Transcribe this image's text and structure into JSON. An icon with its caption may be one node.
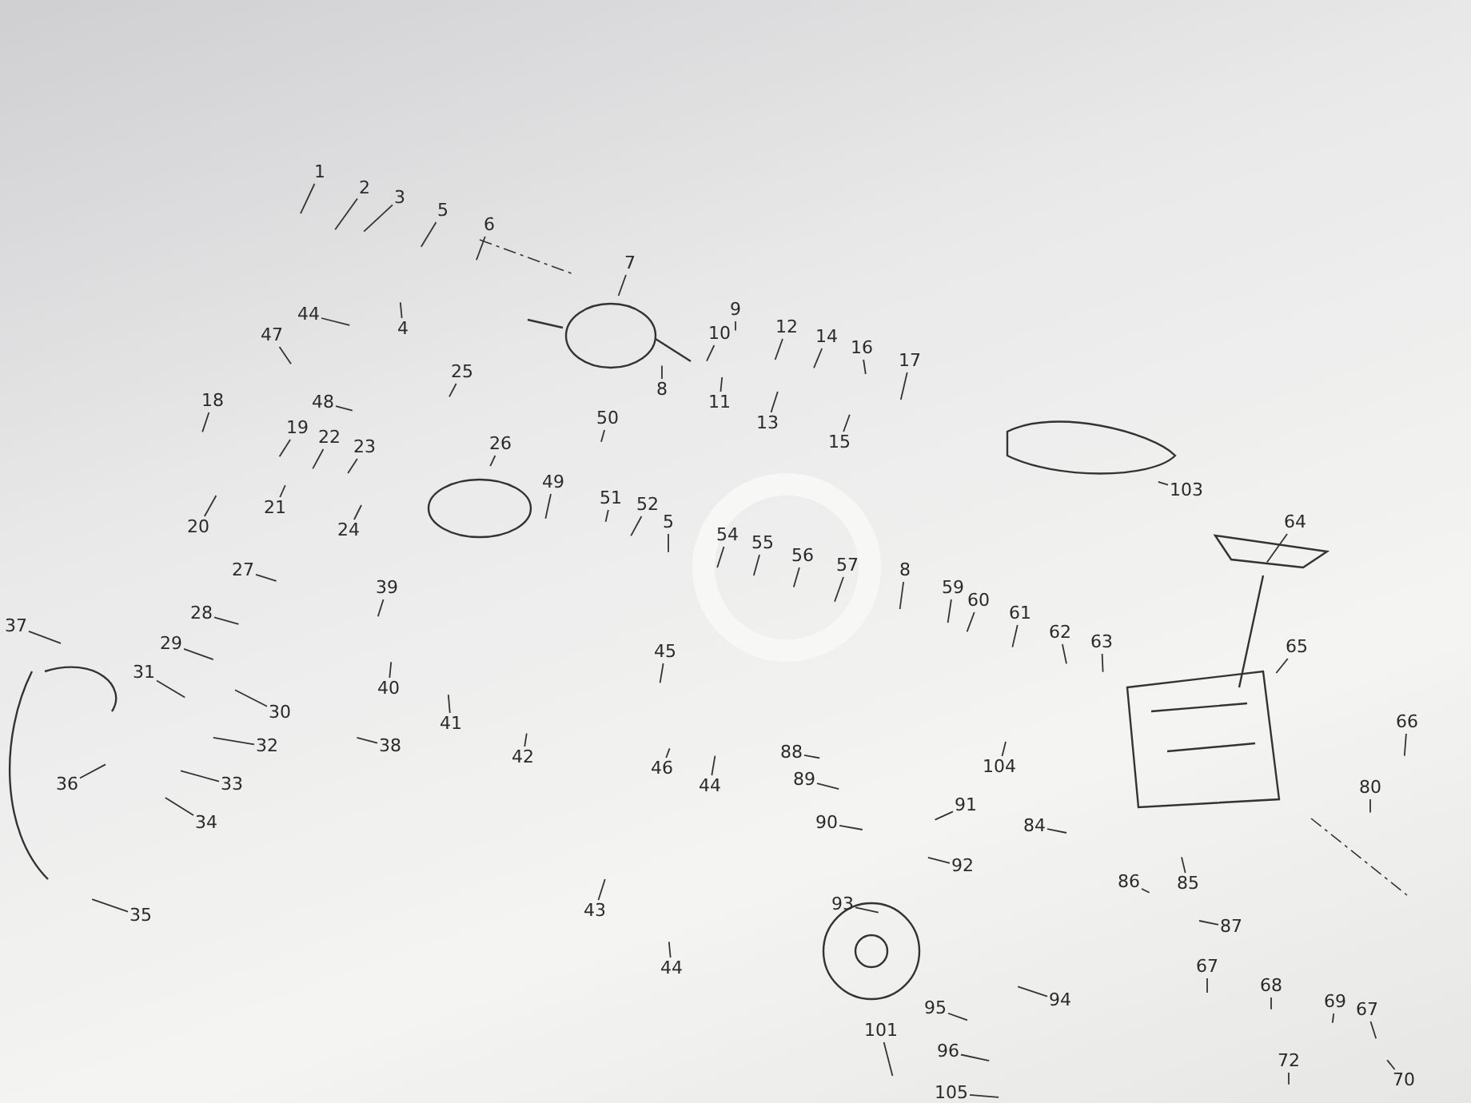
{
  "diagram": {
    "nodes": [
      {
        "text": [
          "1"
        ]
      },
      {
        "text": [
          "2"
        ]
      },
      {
        "text": [
          "3"
        ]
      },
      {
        "text": [
          "5"
        ]
      },
      {
        "text": [
          "6"
        ]
      },
      {
        "text": [
          "7"
        ]
      },
      {
        "text": [
          "4"
        ]
      },
      {
        "text": [
          "44"
        ]
      },
      {
        "text": [
          "47"
        ]
      },
      {
        "text": [
          "8"
        ]
      },
      {
        "text": [
          "9"
        ]
      },
      {
        "text": [
          "10"
        ]
      },
      {
        "text": [
          "11"
        ]
      },
      {
        "text": [
          "12"
        ]
      },
      {
        "text": [
          "13"
        ]
      },
      {
        "text": [
          "14"
        ]
      },
      {
        "text": [
          "15"
        ]
      },
      {
        "text": [
          "16"
        ]
      },
      {
        "text": [
          "17"
        ]
      },
      {
        "text": [
          "25"
        ]
      },
      {
        "text": [
          "18"
        ]
      },
      {
        "text": [
          "48"
        ]
      },
      {
        "text": [
          "19"
        ]
      },
      {
        "text": [
          "22"
        ]
      },
      {
        "text": [
          "23"
        ]
      },
      {
        "text": [
          "26"
        ]
      },
      {
        "text": [
          "50"
        ]
      },
      {
        "text": [
          "49"
        ]
      },
      {
        "text": [
          "20"
        ]
      },
      {
        "text": [
          "21"
        ]
      },
      {
        "text": [
          "24"
        ]
      },
      {
        "text": [
          "51"
        ]
      },
      {
        "text": [
          "52"
        ]
      },
      {
        "text": [
          "5"
        ]
      },
      {
        "text": [
          "54"
        ]
      },
      {
        "text": [
          "55"
        ]
      },
      {
        "text": [
          "56"
        ]
      },
      {
        "text": [
          "57"
        ]
      },
      {
        "text": [
          "8"
        ]
      },
      {
        "text": [
          "103"
        ]
      },
      {
        "text": [
          "64"
        ]
      },
      {
        "text": [
          "59"
        ]
      },
      {
        "text": [
          "60"
        ]
      },
      {
        "text": [
          "61"
        ]
      },
      {
        "text": [
          "62"
        ]
      },
      {
        "text": [
          "63"
        ]
      },
      {
        "text": [
          "65"
        ]
      },
      {
        "text": [
          "45"
        ]
      },
      {
        "text": [
          "27"
        ]
      },
      {
        "text": [
          "39"
        ]
      },
      {
        "text": [
          "28"
        ]
      },
      {
        "text": [
          "37"
        ]
      },
      {
        "text": [
          "29"
        ]
      },
      {
        "text": [
          "31"
        ]
      },
      {
        "text": [
          "40"
        ]
      },
      {
        "text": [
          "30"
        ]
      },
      {
        "text": [
          "66"
        ]
      },
      {
        "text": [
          "41"
        ]
      },
      {
        "text": [
          "32"
        ]
      },
      {
        "text": [
          "38"
        ]
      },
      {
        "text": [
          "42"
        ]
      },
      {
        "text": [
          "104"
        ]
      },
      {
        "text": [
          "88"
        ]
      },
      {
        "text": [
          "46"
        ]
      },
      {
        "text": [
          "89"
        ]
      },
      {
        "text": [
          "33"
        ]
      },
      {
        "text": [
          "36"
        ]
      },
      {
        "text": [
          "44"
        ]
      },
      {
        "text": [
          "80"
        ]
      },
      {
        "text": [
          "91"
        ]
      },
      {
        "text": [
          "34"
        ]
      },
      {
        "text": [
          "90"
        ]
      },
      {
        "text": [
          "84"
        ]
      },
      {
        "text": [
          "92"
        ]
      },
      {
        "text": [
          "86"
        ]
      },
      {
        "text": [
          "85"
        ]
      },
      {
        "text": [
          "93"
        ]
      },
      {
        "text": [
          "43"
        ]
      },
      {
        "text": [
          "35"
        ]
      },
      {
        "text": [
          "87"
        ]
      },
      {
        "text": [
          "67"
        ]
      },
      {
        "text": [
          "44"
        ]
      },
      {
        "text": [
          "68"
        ]
      },
      {
        "text": [
          "94"
        ]
      },
      {
        "text": [
          "69"
        ]
      },
      {
        "text": [
          "67"
        ]
      },
      {
        "text": [
          "95"
        ]
      },
      {
        "text": [
          "101"
        ]
      },
      {
        "text": [
          "96"
        ]
      },
      {
        "text": [
          "72"
        ]
      },
      {
        "text": [
          "70"
        ]
      },
      {
        "text": [
          "105"
        ]
      }
    ],
    "edges": [
      {
        "from": 0,
        "to": null,
        "arrow": "none"
      },
      {
        "from": 1,
        "to": null,
        "arrow": "none"
      },
      {
        "from": 2,
        "to": null,
        "arrow": "none"
      },
      {
        "from": 3,
        "to": null,
        "arrow": "none"
      },
      {
        "from": 4,
        "to": null,
        "arrow": "none"
      },
      {
        "from": 5,
        "to": null,
        "arrow": "none"
      },
      {
        "from": 6,
        "to": null,
        "arrow": "none"
      },
      {
        "from": 7,
        "to": null,
        "arrow": "none"
      },
      {
        "from": 8,
        "to": null,
        "arrow": "none"
      },
      {
        "from": 9,
        "to": null,
        "arrow": "none"
      },
      {
        "from": 10,
        "to": null,
        "arrow": "none"
      },
      {
        "from": 11,
        "to": null,
        "arrow": "none"
      },
      {
        "from": 12,
        "to": null,
        "arrow": "none"
      },
      {
        "from": 13,
        "to": null,
        "arrow": "none"
      },
      {
        "from": 14,
        "to": null,
        "arrow": "none"
      },
      {
        "from": 15,
        "to": null,
        "arrow": "none"
      },
      {
        "from": 16,
        "to": null,
        "arrow": "none"
      },
      {
        "from": 17,
        "to": null,
        "arrow": "none"
      },
      {
        "from": 18,
        "to": null,
        "arrow": "none"
      },
      {
        "from": 19,
        "to": null,
        "arrow": "none"
      },
      {
        "from": 20,
        "to": null,
        "arrow": "none"
      },
      {
        "from": 21,
        "to": null,
        "arrow": "none"
      },
      {
        "from": 22,
        "to": null,
        "arrow": "none"
      },
      {
        "from": 23,
        "to": null,
        "arrow": "none"
      },
      {
        "from": 24,
        "to": null,
        "arrow": "none"
      },
      {
        "from": 25,
        "to": null,
        "arrow": "none"
      },
      {
        "from": 26,
        "to": null,
        "arrow": "none"
      },
      {
        "from": 27,
        "to": null,
        "arrow": "none"
      },
      {
        "from": 28,
        "to": null,
        "arrow": "none"
      },
      {
        "from": 29,
        "to": null,
        "arrow": "none"
      },
      {
        "from": 30,
        "to": null,
        "arrow": "none"
      },
      {
        "from": 31,
        "to": null,
        "arrow": "none"
      },
      {
        "from": 32,
        "to": null,
        "arrow": "none"
      },
      {
        "from": 33,
        "to": null,
        "arrow": "none"
      },
      {
        "from": 34,
        "to": null,
        "arrow": "none"
      },
      {
        "from": 35,
        "to": null,
        "arrow": "none"
      },
      {
        "from": 36,
        "to": null,
        "arrow": "none"
      },
      {
        "from": 37,
        "to": null,
        "arrow": "none"
      },
      {
        "from": 38,
        "to": null,
        "arrow": "none"
      },
      {
        "from": 39,
        "to": null,
        "arrow": "none"
      },
      {
        "from": 40,
        "to": null,
        "arrow": "none"
      },
      {
        "from": 41,
        "to": null,
        "arrow": "none"
      },
      {
        "from": 42,
        "to": null,
        "arrow": "none"
      },
      {
        "from": 43,
        "to": null,
        "arrow": "none"
      },
      {
        "from": 44,
        "to": null,
        "arrow": "none"
      },
      {
        "from": 45,
        "to": null,
        "arrow": "none"
      },
      {
        "from": 46,
        "to": null,
        "arrow": "none"
      },
      {
        "from": 47,
        "to": null,
        "arrow": "none"
      },
      {
        "from": 48,
        "to": null,
        "arrow": "none"
      },
      {
        "from": 49,
        "to": null,
        "arrow": "none"
      },
      {
        "from": 50,
        "to": null,
        "arrow": "none"
      },
      {
        "from": 51,
        "to": null,
        "arrow": "none"
      },
      {
        "from": 52,
        "to": null,
        "arrow": "none"
      },
      {
        "from": 53,
        "to": null,
        "arrow": "none"
      },
      {
        "from": 54,
        "to": null,
        "arrow": "none"
      },
      {
        "from": 55,
        "to": null,
        "arrow": "none"
      },
      {
        "from": 56,
        "to": null,
        "arrow": "none"
      },
      {
        "from": 57,
        "to": null,
        "arrow": "none"
      },
      {
        "from": 58,
        "to": null,
        "arrow": "none"
      },
      {
        "from": 59,
        "to": null,
        "arrow": "none"
      },
      {
        "from": 60,
        "to": null,
        "arrow": "none"
      },
      {
        "from": 61,
        "to": null,
        "arrow": "none"
      },
      {
        "from": 62,
        "to": null,
        "arrow": "none"
      },
      {
        "from": 63,
        "to": null,
        "arrow": "none"
      },
      {
        "from": 64,
        "to": null,
        "arrow": "none"
      },
      {
        "from": 65,
        "to": null,
        "arrow": "none"
      },
      {
        "from": 66,
        "to": null,
        "arrow": "none"
      },
      {
        "from": 67,
        "to": null,
        "arrow": "none"
      },
      {
        "from": 68,
        "to": null,
        "arrow": "none"
      },
      {
        "from": 69,
        "to": null,
        "arrow": "none"
      },
      {
        "from": 70,
        "to": null,
        "arrow": "none"
      },
      {
        "from": 71,
        "to": null,
        "arrow": "none"
      },
      {
        "from": 72,
        "to": null,
        "arrow": "none"
      },
      {
        "from": 73,
        "to": null,
        "arrow": "none"
      },
      {
        "from": 74,
        "to": null,
        "arrow": "none"
      },
      {
        "from": 75,
        "to": null,
        "arrow": "none"
      },
      {
        "from": 76,
        "to": null,
        "arrow": "none"
      },
      {
        "from": 77,
        "to": null,
        "arrow": "none"
      },
      {
        "from": 78,
        "to": null,
        "arrow": "none"
      },
      {
        "from": 79,
        "to": null,
        "arrow": "none"
      },
      {
        "from": 80,
        "to": null,
        "arrow": "none"
      },
      {
        "from": 81,
        "to": null,
        "arrow": "none"
      },
      {
        "from": 82,
        "to": null,
        "arrow": "none"
      },
      {
        "from": 83,
        "to": null,
        "arrow": "none"
      },
      {
        "from": 84,
        "to": null,
        "arrow": "none"
      },
      {
        "from": 85,
        "to": null,
        "arrow": "none"
      },
      {
        "from": 86,
        "to": null,
        "arrow": "none"
      },
      {
        "from": 87,
        "to": null,
        "arrow": "none"
      },
      {
        "from": 88,
        "to": null,
        "arrow": "none"
      },
      {
        "from": 89,
        "to": null,
        "arrow": "none"
      },
      {
        "from": 90,
        "to": null,
        "arrow": "none"
      },
      {
        "from": 91,
        "to": null,
        "arrow": "none"
      }
    ]
  }
}
